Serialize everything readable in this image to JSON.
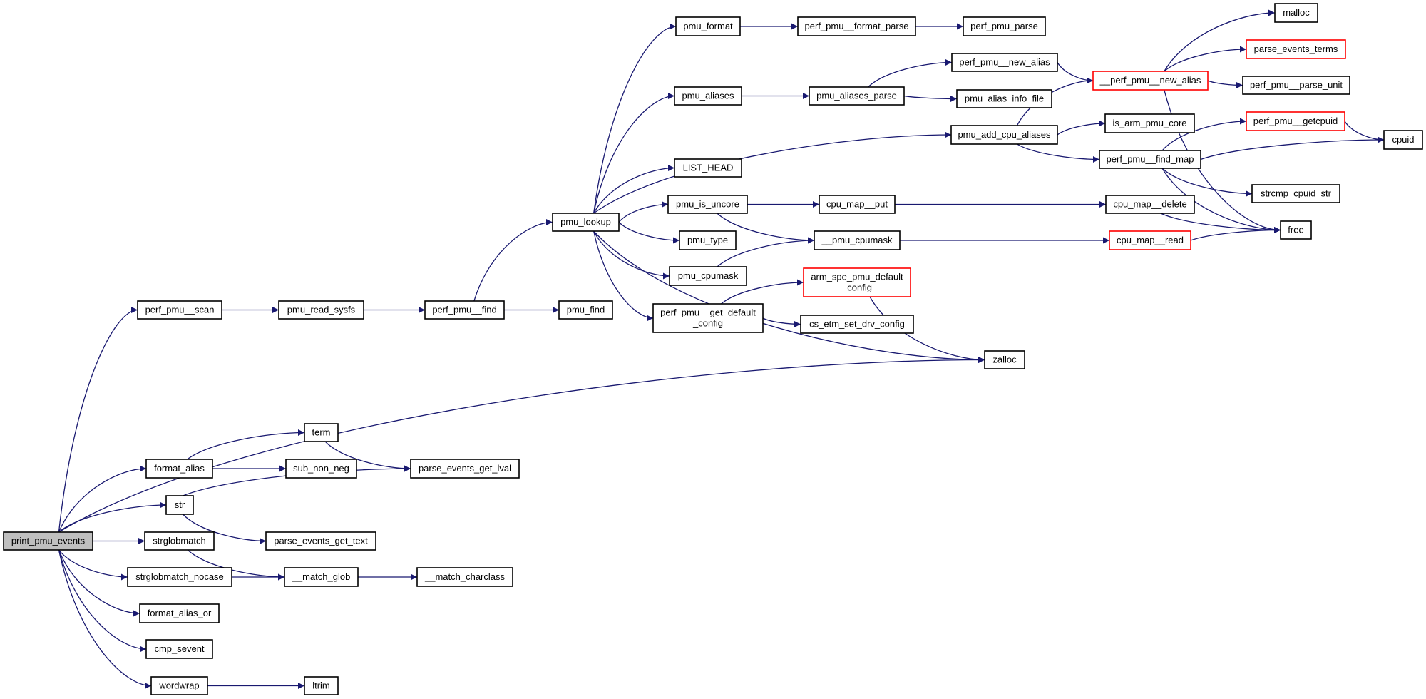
{
  "graph": {
    "root": "print_pmu_events",
    "colors": {
      "edge": "#191970",
      "node_border": "#000000",
      "truncated_border": "#ff0000",
      "root_fill": "#bfbfbf",
      "node_fill": "#ffffff"
    },
    "nodes": [
      {
        "id": "print_pmu_events",
        "lines": [
          "print_pmu_events"
        ],
        "root": true
      },
      {
        "id": "perf_pmu__scan",
        "lines": [
          "perf_pmu__scan"
        ]
      },
      {
        "id": "pmu_read_sysfs",
        "lines": [
          "pmu_read_sysfs"
        ]
      },
      {
        "id": "perf_pmu__find",
        "lines": [
          "perf_pmu__find"
        ]
      },
      {
        "id": "pmu_find",
        "lines": [
          "pmu_find"
        ]
      },
      {
        "id": "pmu_lookup",
        "lines": [
          "pmu_lookup"
        ]
      },
      {
        "id": "pmu_format",
        "lines": [
          "pmu_format"
        ]
      },
      {
        "id": "perf_pmu__format_parse",
        "lines": [
          "perf_pmu__format_parse"
        ]
      },
      {
        "id": "perf_pmu_parse",
        "lines": [
          "perf_pmu_parse"
        ]
      },
      {
        "id": "pmu_aliases",
        "lines": [
          "pmu_aliases"
        ]
      },
      {
        "id": "pmu_aliases_parse",
        "lines": [
          "pmu_aliases_parse"
        ]
      },
      {
        "id": "perf_pmu__new_alias",
        "lines": [
          "perf_pmu__new_alias"
        ]
      },
      {
        "id": "pmu_alias_info_file",
        "lines": [
          "pmu_alias_info_file"
        ]
      },
      {
        "id": "__perf_pmu__new_alias",
        "lines": [
          "__perf_pmu__new_alias"
        ],
        "truncated": true
      },
      {
        "id": "malloc",
        "lines": [
          "malloc"
        ]
      },
      {
        "id": "parse_events_terms",
        "lines": [
          "parse_events_terms"
        ],
        "truncated": true
      },
      {
        "id": "perf_pmu__parse_unit",
        "lines": [
          "perf_pmu__parse_unit"
        ]
      },
      {
        "id": "pmu_add_cpu_aliases",
        "lines": [
          "pmu_add_cpu_aliases"
        ]
      },
      {
        "id": "is_arm_pmu_core",
        "lines": [
          "is_arm_pmu_core"
        ]
      },
      {
        "id": "perf_pmu__getcpuid",
        "lines": [
          "perf_pmu__getcpuid"
        ],
        "truncated": true
      },
      {
        "id": "cpuid",
        "lines": [
          "cpuid"
        ]
      },
      {
        "id": "perf_pmu__find_map",
        "lines": [
          "perf_pmu__find_map"
        ]
      },
      {
        "id": "strcmp_cpuid_str",
        "lines": [
          "strcmp_cpuid_str"
        ]
      },
      {
        "id": "LIST_HEAD",
        "lines": [
          "LIST_HEAD"
        ]
      },
      {
        "id": "pmu_is_uncore",
        "lines": [
          "pmu_is_uncore"
        ]
      },
      {
        "id": "cpu_map__put",
        "lines": [
          "cpu_map__put"
        ]
      },
      {
        "id": "cpu_map__delete",
        "lines": [
          "cpu_map__delete"
        ]
      },
      {
        "id": "free",
        "lines": [
          "free"
        ]
      },
      {
        "id": "pmu_type",
        "lines": [
          "pmu_type"
        ]
      },
      {
        "id": "__pmu_cpumask",
        "lines": [
          "__pmu_cpumask"
        ]
      },
      {
        "id": "cpu_map__read",
        "lines": [
          "cpu_map__read"
        ],
        "truncated": true
      },
      {
        "id": "pmu_cpumask",
        "lines": [
          "pmu_cpumask"
        ]
      },
      {
        "id": "arm_spe_pmu_default_config",
        "lines": [
          "arm_spe_pmu_default",
          "_config"
        ],
        "truncated": true
      },
      {
        "id": "perf_pmu__get_default_config",
        "lines": [
          "perf_pmu__get_default",
          "_config"
        ]
      },
      {
        "id": "cs_etm_set_drv_config",
        "lines": [
          "cs_etm_set_drv_config"
        ]
      },
      {
        "id": "zalloc",
        "lines": [
          "zalloc"
        ]
      },
      {
        "id": "format_alias",
        "lines": [
          "format_alias"
        ]
      },
      {
        "id": "term",
        "lines": [
          "term"
        ]
      },
      {
        "id": "sub_non_neg",
        "lines": [
          "sub_non_neg"
        ]
      },
      {
        "id": "parse_events_get_lval",
        "lines": [
          "parse_events_get_lval"
        ]
      },
      {
        "id": "str",
        "lines": [
          "str"
        ]
      },
      {
        "id": "parse_events_get_text",
        "lines": [
          "parse_events_get_text"
        ]
      },
      {
        "id": "strglobmatch",
        "lines": [
          "strglobmatch"
        ]
      },
      {
        "id": "strglobmatch_nocase",
        "lines": [
          "strglobmatch_nocase"
        ]
      },
      {
        "id": "__match_glob",
        "lines": [
          "__match_glob"
        ]
      },
      {
        "id": "__match_charclass",
        "lines": [
          "__match_charclass"
        ]
      },
      {
        "id": "format_alias_or",
        "lines": [
          "format_alias_or"
        ]
      },
      {
        "id": "cmp_sevent",
        "lines": [
          "cmp_sevent"
        ]
      },
      {
        "id": "wordwrap",
        "lines": [
          "wordwrap"
        ]
      },
      {
        "id": "ltrim",
        "lines": [
          "ltrim"
        ]
      }
    ],
    "edges": [
      [
        "print_pmu_events",
        "perf_pmu__scan"
      ],
      [
        "print_pmu_events",
        "zalloc"
      ],
      [
        "print_pmu_events",
        "format_alias"
      ],
      [
        "print_pmu_events",
        "str"
      ],
      [
        "print_pmu_events",
        "strglobmatch"
      ],
      [
        "print_pmu_events",
        "strglobmatch_nocase"
      ],
      [
        "print_pmu_events",
        "format_alias_or"
      ],
      [
        "print_pmu_events",
        "cmp_sevent"
      ],
      [
        "print_pmu_events",
        "wordwrap"
      ],
      [
        "perf_pmu__scan",
        "pmu_read_sysfs"
      ],
      [
        "pmu_read_sysfs",
        "perf_pmu__find"
      ],
      [
        "perf_pmu__find",
        "pmu_lookup"
      ],
      [
        "perf_pmu__find",
        "pmu_find"
      ],
      [
        "pmu_lookup",
        "pmu_format"
      ],
      [
        "pmu_lookup",
        "pmu_aliases"
      ],
      [
        "pmu_lookup",
        "pmu_add_cpu_aliases"
      ],
      [
        "pmu_lookup",
        "LIST_HEAD"
      ],
      [
        "pmu_lookup",
        "pmu_is_uncore"
      ],
      [
        "pmu_lookup",
        "pmu_type"
      ],
      [
        "pmu_lookup",
        "pmu_cpumask"
      ],
      [
        "pmu_lookup",
        "perf_pmu__get_default_config"
      ],
      [
        "pmu_lookup",
        "zalloc"
      ],
      [
        "pmu_format",
        "perf_pmu__format_parse"
      ],
      [
        "perf_pmu__format_parse",
        "perf_pmu_parse"
      ],
      [
        "pmu_aliases",
        "pmu_aliases_parse"
      ],
      [
        "pmu_aliases_parse",
        "perf_pmu__new_alias"
      ],
      [
        "pmu_aliases_parse",
        "pmu_alias_info_file"
      ],
      [
        "perf_pmu__new_alias",
        "__perf_pmu__new_alias"
      ],
      [
        "__perf_pmu__new_alias",
        "malloc"
      ],
      [
        "__perf_pmu__new_alias",
        "parse_events_terms"
      ],
      [
        "__perf_pmu__new_alias",
        "perf_pmu__parse_unit"
      ],
      [
        "__perf_pmu__new_alias",
        "free"
      ],
      [
        "pmu_add_cpu_aliases",
        "__perf_pmu__new_alias"
      ],
      [
        "pmu_add_cpu_aliases",
        "is_arm_pmu_core"
      ],
      [
        "pmu_add_cpu_aliases",
        "perf_pmu__find_map"
      ],
      [
        "perf_pmu__find_map",
        "perf_pmu__getcpuid"
      ],
      [
        "perf_pmu__find_map",
        "cpuid"
      ],
      [
        "perf_pmu__find_map",
        "strcmp_cpuid_str"
      ],
      [
        "perf_pmu__find_map",
        "free"
      ],
      [
        "perf_pmu__getcpuid",
        "cpuid"
      ],
      [
        "pmu_is_uncore",
        "cpu_map__put"
      ],
      [
        "pmu_is_uncore",
        "__pmu_cpumask"
      ],
      [
        "pmu_cpumask",
        "__pmu_cpumask"
      ],
      [
        "cpu_map__put",
        "cpu_map__delete"
      ],
      [
        "cpu_map__delete",
        "free"
      ],
      [
        "__pmu_cpumask",
        "cpu_map__read"
      ],
      [
        "cpu_map__read",
        "free"
      ],
      [
        "perf_pmu__get_default_config",
        "arm_spe_pmu_default_config"
      ],
      [
        "perf_pmu__get_default_config",
        "cs_etm_set_drv_config"
      ],
      [
        "arm_spe_pmu_default_config",
        "zalloc"
      ],
      [
        "format_alias",
        "term"
      ],
      [
        "format_alias",
        "sub_non_neg"
      ],
      [
        "term",
        "parse_events_get_lval"
      ],
      [
        "str",
        "parse_events_get_lval"
      ],
      [
        "str",
        "parse_events_get_text"
      ],
      [
        "strglobmatch",
        "__match_glob"
      ],
      [
        "strglobmatch_nocase",
        "__match_glob"
      ],
      [
        "__match_glob",
        "__match_charclass"
      ],
      [
        "wordwrap",
        "ltrim"
      ]
    ]
  }
}
